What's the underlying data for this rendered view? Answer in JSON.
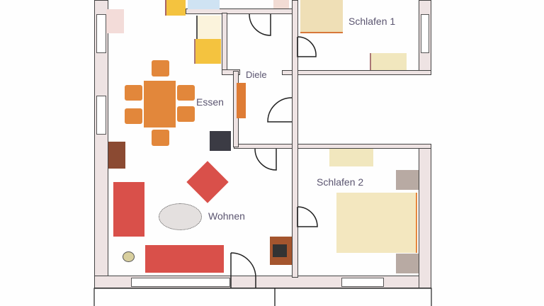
{
  "rooms": {
    "schlafen1": "Schlafen 1",
    "diele": "Diele",
    "essen": "Essen",
    "schlafen2": "Schlafen 2",
    "wohnen": "Wohnen"
  },
  "colors": {
    "wall": "#eee3e3",
    "table": "#e2873b",
    "sofa": "#d9504a",
    "bed": "#f3e7bf",
    "yellow_cabinet": "#f4c33f"
  }
}
